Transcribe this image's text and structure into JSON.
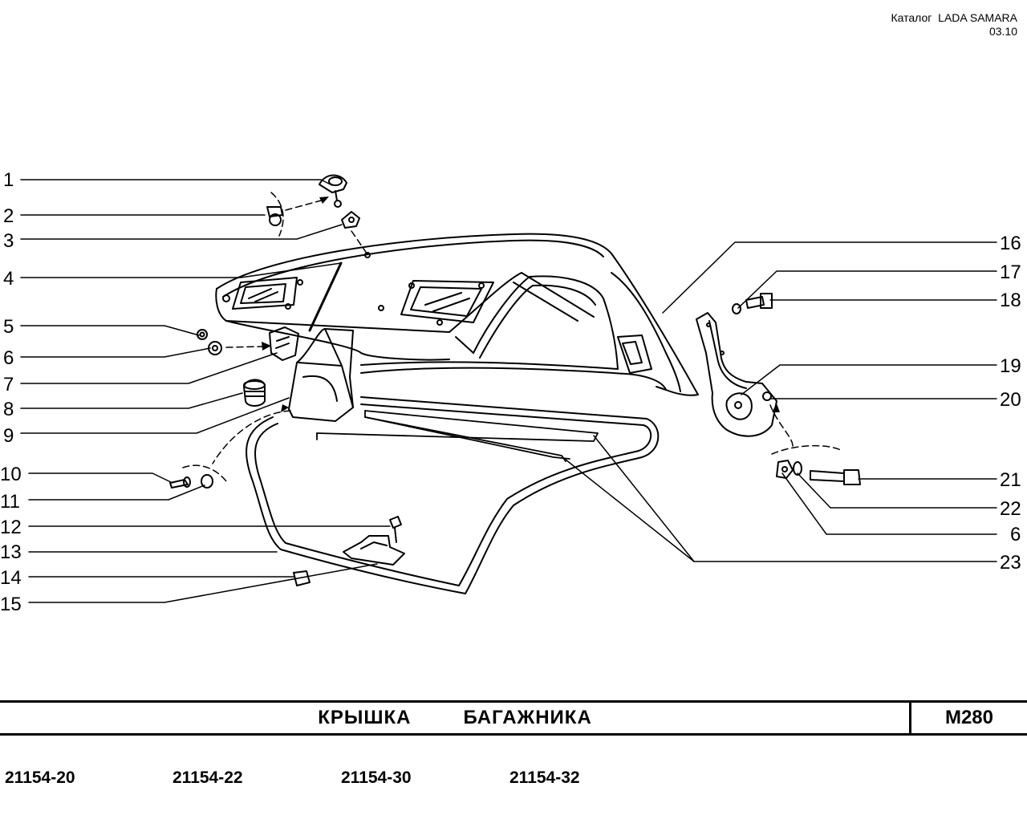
{
  "header": {
    "catalog": "Каталог  LADA SAMARA",
    "date": "03.10"
  },
  "callouts": {
    "left": [
      "1",
      "2",
      "3",
      "4",
      "5",
      "6",
      "7",
      "8",
      "9",
      "10",
      "11",
      "12",
      "13",
      "14",
      "15"
    ],
    "right": [
      "16",
      "17",
      "18",
      "19",
      "20",
      "21",
      "22",
      "6",
      "23"
    ]
  },
  "title_block": {
    "title": "КРЫШКА   БАГАЖНИКА",
    "code": "M280"
  },
  "models": [
    "21154-20",
    "21154-22",
    "21154-30",
    "21154-32"
  ]
}
